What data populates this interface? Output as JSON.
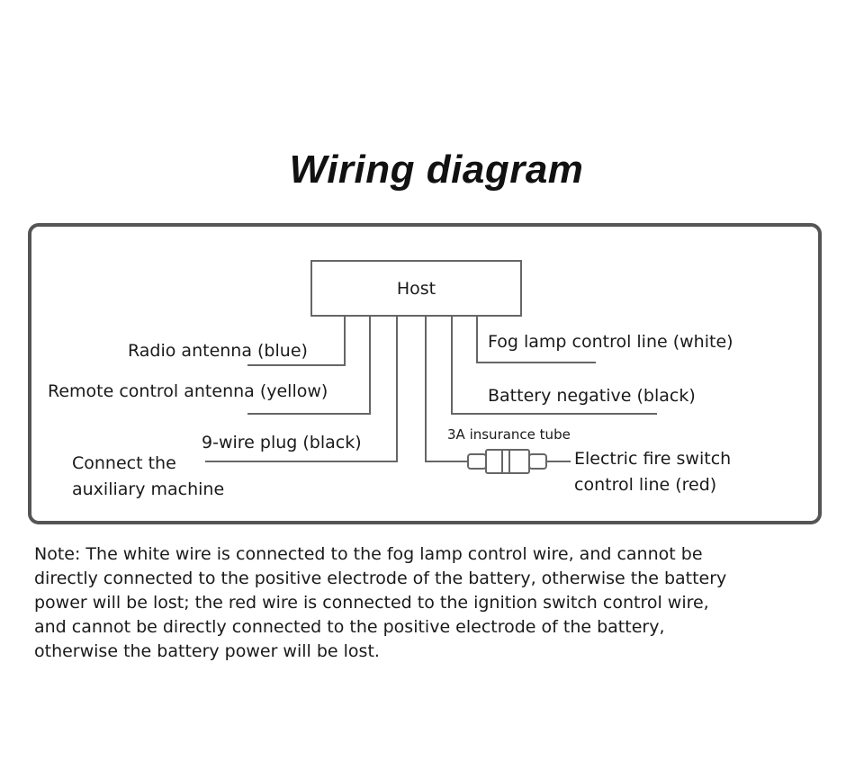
{
  "title": "Wiring diagram",
  "host": {
    "label": "Host"
  },
  "wires": {
    "radio_antenna": "Radio antenna (blue)",
    "remote_control_antenna": "Remote control antenna (yellow)",
    "nine_wire_plug": "9-wire plug (black)",
    "auxiliary_line1": "Connect the",
    "auxiliary_line2": "auxiliary machine",
    "fog_lamp": "Fog lamp control line (white)",
    "battery_negative": "Battery negative (black)",
    "fuse": "3A insurance tube",
    "electric_fire_line1": "Electric fire switch",
    "electric_fire_line2": "control line (red)"
  },
  "note": {
    "lines": [
      "Note: The white wire is connected to the fog lamp control wire, and cannot be",
      "directly connected to the positive electrode of the battery, otherwise the battery",
      "power will be lost; the red wire is connected to the ignition switch control wire,",
      "and cannot be directly connected to the positive electrode of the battery,",
      "otherwise the battery power will be lost."
    ]
  },
  "colors": {
    "frame": "#555555",
    "wire": "#666666",
    "text": "#1a1a1a"
  }
}
